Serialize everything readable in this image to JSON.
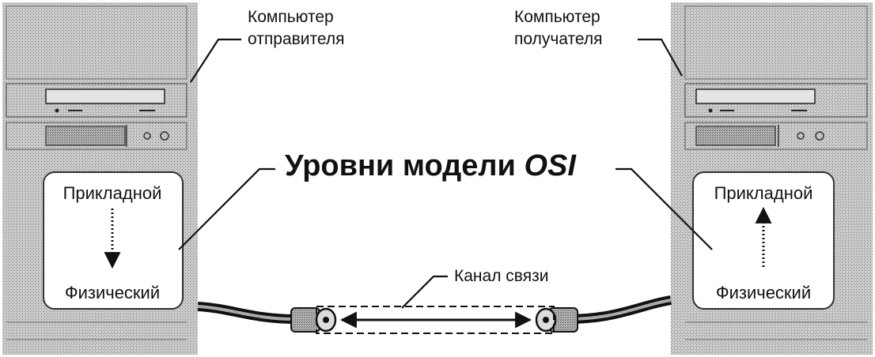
{
  "sender": {
    "label_line1": "Компьютер",
    "label_line2": "отправителя",
    "top_layer": "Прикладной",
    "bottom_layer": "Физический"
  },
  "receiver": {
    "label_line1": "Компьютер",
    "label_line2": "получателя",
    "top_layer": "Прикладной",
    "bottom_layer": "Физический"
  },
  "title": {
    "text": "Уровни модели ",
    "emphasis": "OSI"
  },
  "channel": {
    "label": "Канал связи"
  },
  "colors": {
    "ink": "#111111",
    "panel": "#ffffff",
    "case_fill": "#c8c8c8"
  }
}
